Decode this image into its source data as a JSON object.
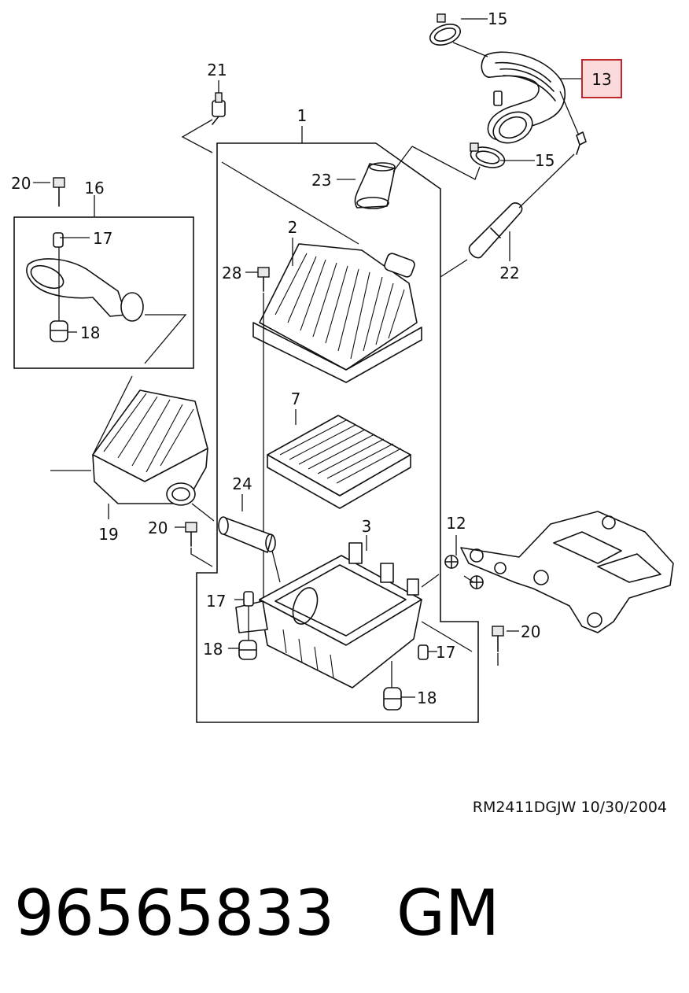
{
  "callouts": {
    "c1": "1",
    "c2": "2",
    "c3": "3",
    "c7": "7",
    "c12": "12",
    "c13": "13",
    "c15a": "15",
    "c15b": "15",
    "c16": "16",
    "c17a": "17",
    "c17b": "17",
    "c17c": "17",
    "c18a": "18",
    "c18b": "18",
    "c18c": "18",
    "c19": "19",
    "c20a": "20",
    "c20b": "20",
    "c20c": "20",
    "c21": "21",
    "c22": "22",
    "c23": "23",
    "c24": "24",
    "c28": "28"
  },
  "highlight": {
    "part": "13",
    "color": "#c0272d",
    "fill": "#fbdadc"
  },
  "footer": {
    "reference": "RM2411DGJW  10/30/2004",
    "part_number": "96565833",
    "brand": "GM"
  }
}
